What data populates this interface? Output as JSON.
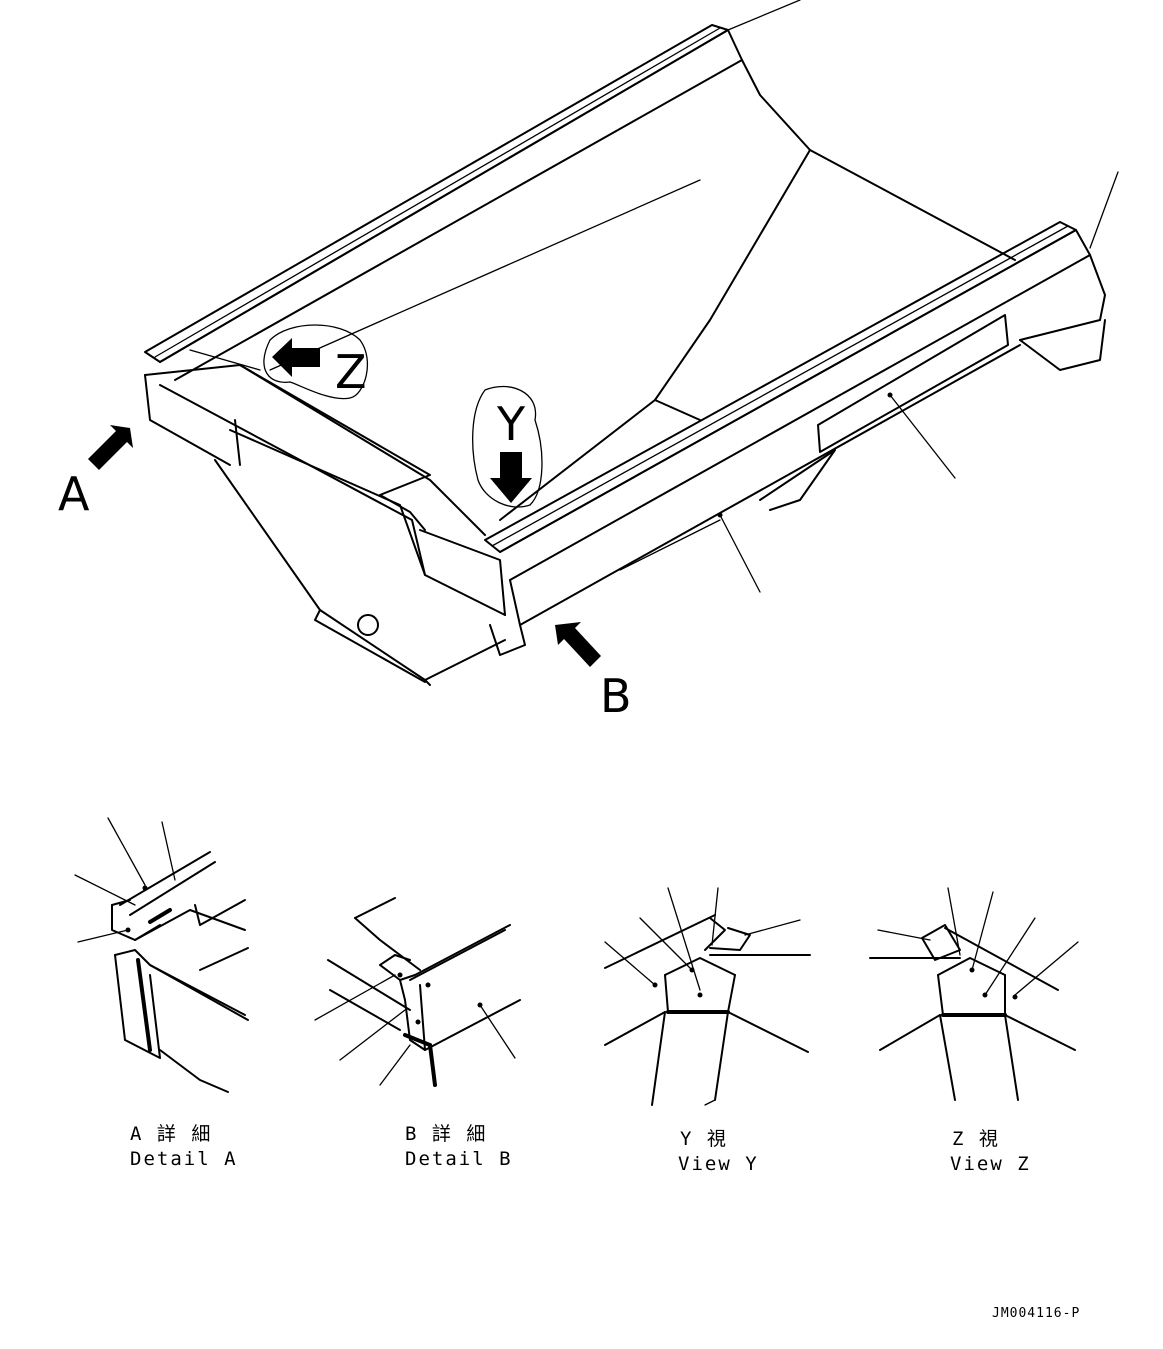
{
  "view_markers": {
    "a": "A",
    "b": "B",
    "y": "Y",
    "z": "Z"
  },
  "details": [
    {
      "jp": "A 詳 細",
      "en": "Detail A"
    },
    {
      "jp": "B 詳 細",
      "en": "Detail B"
    },
    {
      "jp": "Y  視",
      "en": "View Y"
    },
    {
      "jp": "Z  視",
      "en": "View Z"
    }
  ],
  "drawing_code": "JM004116-P"
}
